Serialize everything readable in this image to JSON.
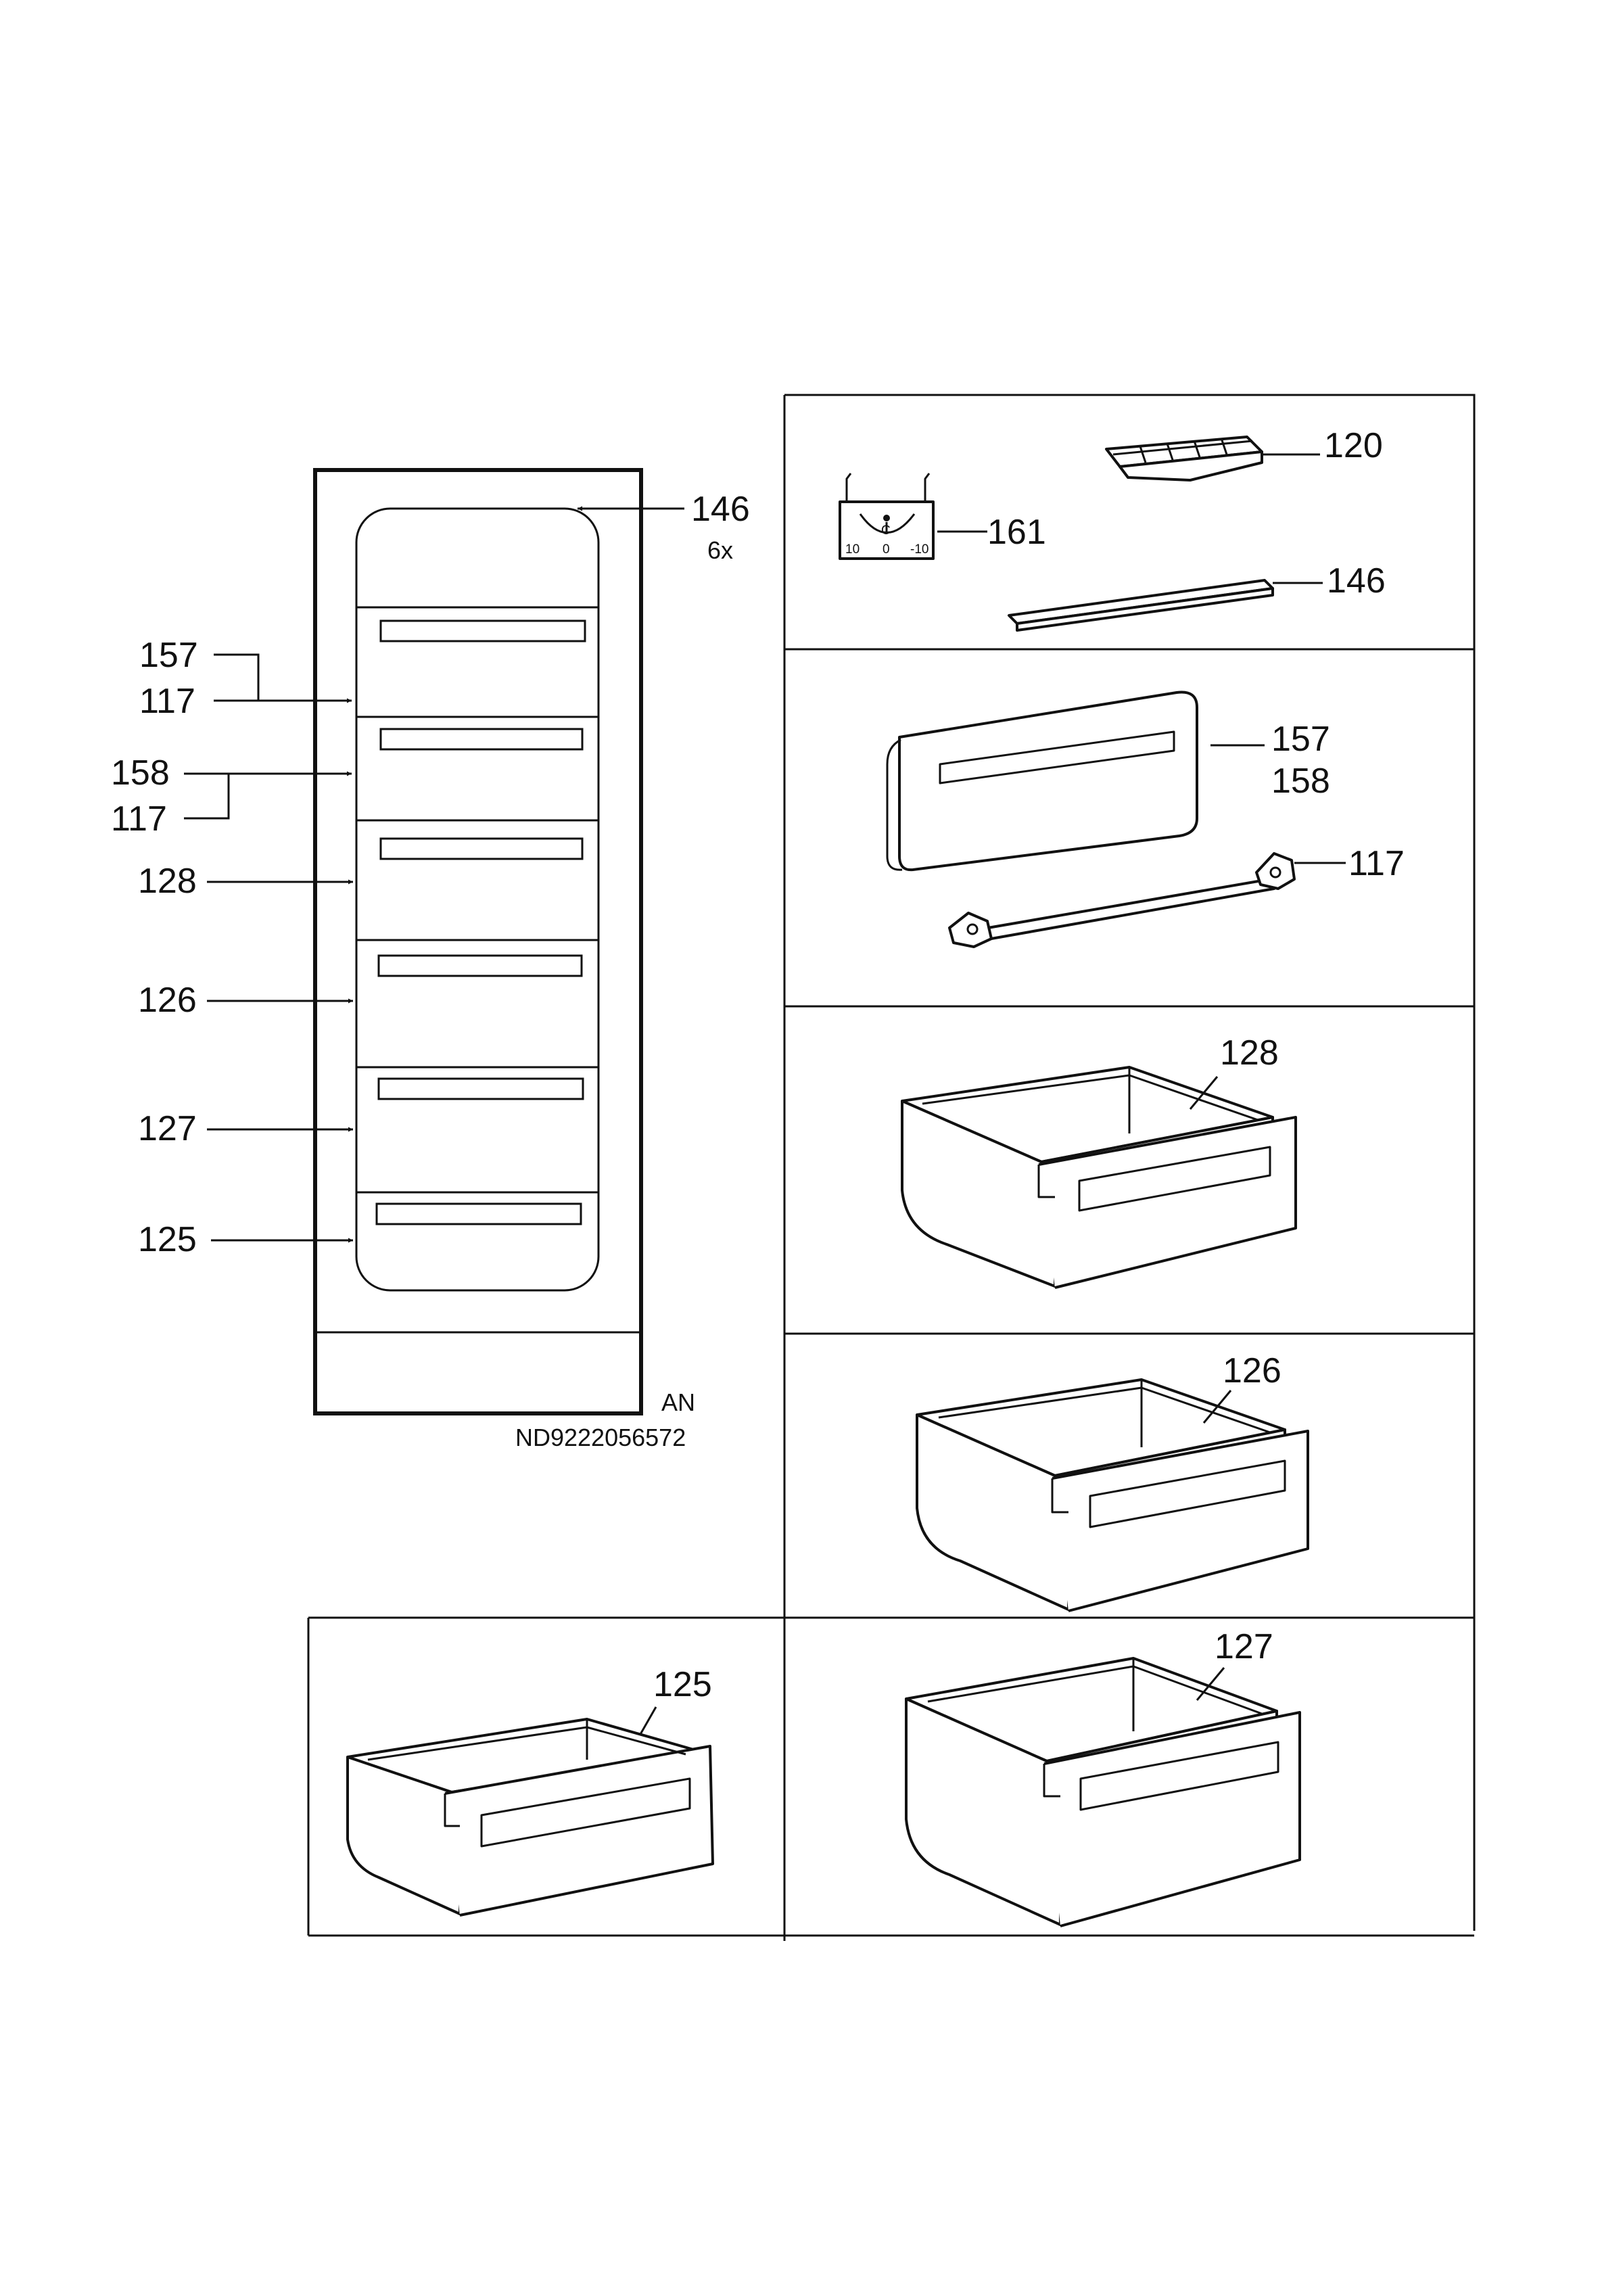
{
  "cabinet": {
    "callouts": {
      "c146": "146",
      "c146_qty": "6x",
      "c157": "157",
      "c117a": "117",
      "c158": "158",
      "c117b": "117",
      "c128": "128",
      "c126": "126",
      "c127": "127",
      "c125": "125"
    }
  },
  "parts": {
    "thermometer": {
      "label": "161",
      "scale_left": "10",
      "scale_mid": "0",
      "scale_right": "-10",
      "unit": "C"
    },
    "ice_tray": {
      "label": "120"
    },
    "shelf_strip": {
      "label": "146"
    },
    "flap": {
      "label_a": "157",
      "label_b": "158"
    },
    "hinge_rod": {
      "label": "117"
    },
    "drawer_128": {
      "label": "128"
    },
    "drawer_126": {
      "label": "126"
    },
    "drawer_127": {
      "label": "127"
    },
    "drawer_125": {
      "label": "125"
    }
  },
  "footer": {
    "variant": "AN",
    "doc_number": "ND9222056572"
  }
}
